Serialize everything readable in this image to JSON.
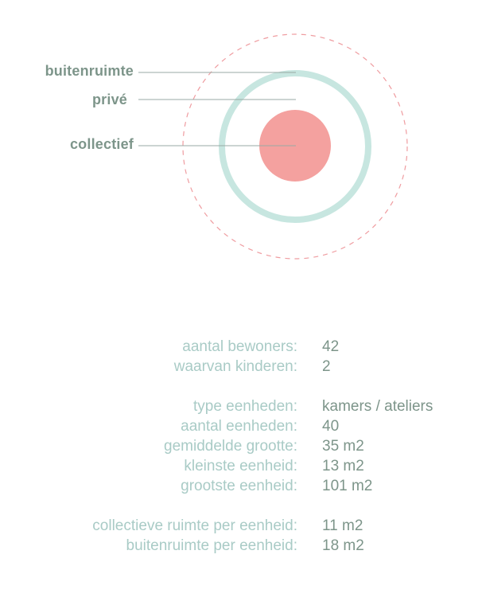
{
  "colors": {
    "collectief_fill": "#f4a19f",
    "prive_ring": "#c7e6e0",
    "buitenruimte_dash": "#ef9ca0",
    "leader_line": "#9aaaa4",
    "label_text": "#7d958a",
    "stat_key_text": "#a9cbc6",
    "stat_value_text": "#7d958a"
  },
  "legend": {
    "buitenruimte": "buitenruimte",
    "prive": "privé",
    "collectief": "collectief"
  },
  "stats": [
    {
      "key": "aantal bewoners:",
      "value": "42"
    },
    {
      "key": "waarvan kinderen:",
      "value": "2"
    },
    {
      "key": "type eenheden:",
      "value": "kamers / ateliers"
    },
    {
      "key": "aantal eenheden:",
      "value": "40"
    },
    {
      "key": "gemiddelde grootte:",
      "value": "35 m2"
    },
    {
      "key": "kleinste eenheid:",
      "value": "13 m2"
    },
    {
      "key": "grootste eenheid:",
      "value": "101 m2"
    },
    {
      "key": "collectieve ruimte per eenheid:",
      "value": "11 m2"
    },
    {
      "key": "buitenruimte per eenheid:",
      "value": "18 m2"
    }
  ]
}
